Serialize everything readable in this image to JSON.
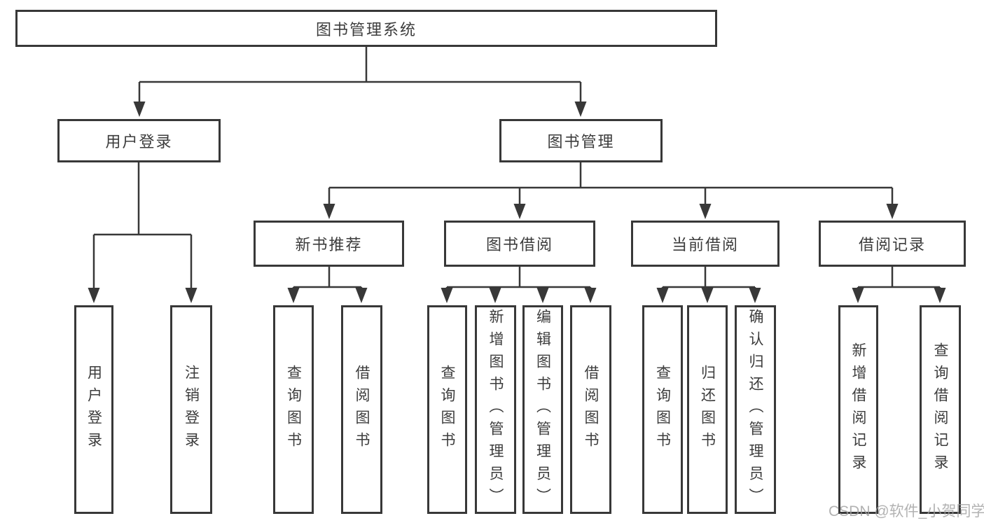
{
  "tree": {
    "label": "图书管理系统",
    "children": [
      {
        "label": "用户登录",
        "children": [
          {
            "label": "用户登录"
          },
          {
            "label": "注销登录"
          }
        ]
      },
      {
        "label": "图书管理",
        "children": [
          {
            "label": "新书推荐",
            "children": [
              {
                "label": "查询图书"
              },
              {
                "label": "借阅图书"
              }
            ]
          },
          {
            "label": "图书借阅",
            "children": [
              {
                "label": "查询图书"
              },
              {
                "label": "新增图书（管理员）"
              },
              {
                "label": "编辑图书（管理员）"
              },
              {
                "label": "借阅图书"
              }
            ]
          },
          {
            "label": "当前借阅",
            "children": [
              {
                "label": "查询图书"
              },
              {
                "label": "归还图书"
              },
              {
                "label": "确认归还（管理员）"
              }
            ]
          },
          {
            "label": "借阅记录",
            "children": [
              {
                "label": "新增借阅记录"
              },
              {
                "label": "查询借阅记录"
              }
            ]
          }
        ]
      }
    ]
  },
  "watermark": {
    "text": "CSDN @软件_小贺同学"
  },
  "colors": {
    "line": "#383838",
    "text": "#3c3c3c",
    "watermark": "#9f9f9f",
    "background": "#ffffff"
  }
}
